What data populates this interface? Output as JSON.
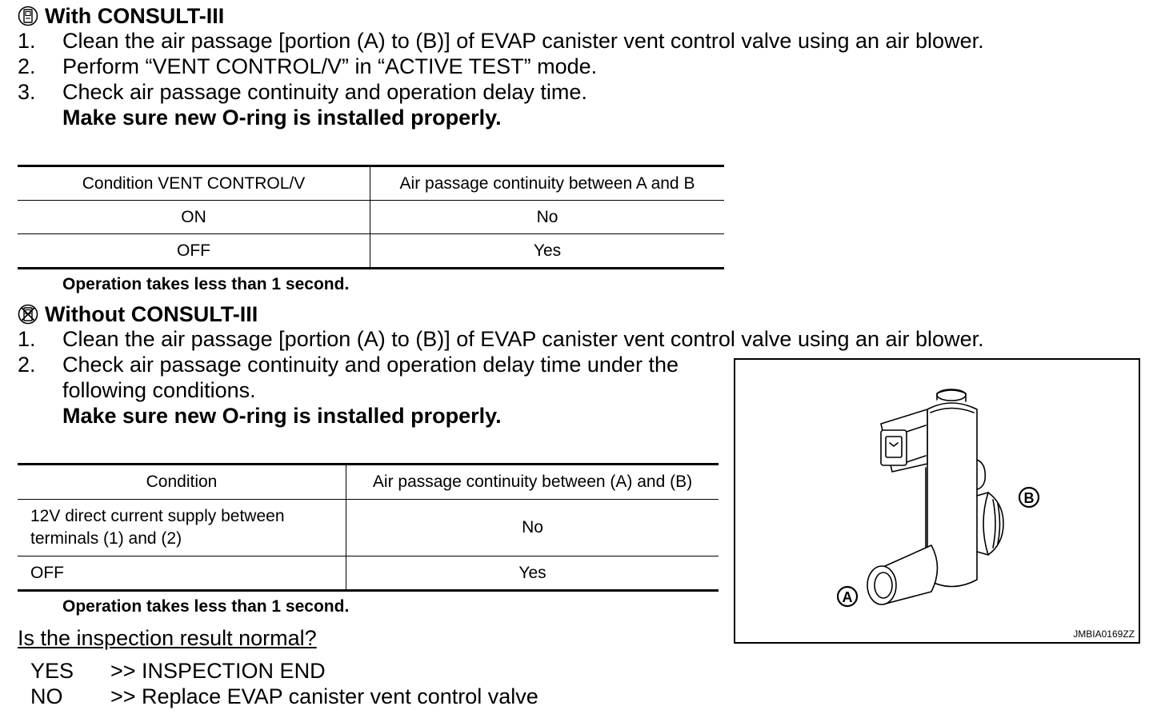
{
  "with_consult": {
    "heading": "With CONSULT-III",
    "steps": [
      "Clean the air passage [portion (A) to (B)] of EVAP canister vent control valve using an air blower.",
      "Perform “VENT CONTROL/V” in “ACTIVE TEST” mode.",
      "Check air passage continuity and operation delay time."
    ],
    "step_numbers": [
      "1.",
      "2.",
      "3."
    ],
    "warning": "Make sure new O-ring is installed properly.",
    "table": {
      "headers": [
        "Condition VENT CONTROL/V",
        "Air passage continuity between A and B"
      ],
      "rows": [
        [
          "ON",
          "No"
        ],
        [
          "OFF",
          "Yes"
        ]
      ]
    },
    "note": "Operation takes less than 1 second."
  },
  "without_consult": {
    "heading": "Without CONSULT-III",
    "steps": [
      "Clean the air passage [portion (A) to (B)] of EVAP canister vent control valve using an air blower.",
      "Check air passage continuity and operation delay time under the",
      "following conditions."
    ],
    "step_numbers": [
      "1.",
      "2."
    ],
    "warning": "Make sure new O-ring is installed properly.",
    "table": {
      "headers": [
        "Condition",
        "Air passage continuity between (A) and (B)"
      ],
      "rows": [
        [
          "12V direct current supply between terminals (1) and (2)",
          "No"
        ],
        [
          "OFF",
          "Yes"
        ]
      ]
    },
    "note": "Operation takes less than 1 second."
  },
  "question": "Is the inspection result normal?",
  "answers": [
    {
      "key": "YES",
      "text": ">> INSPECTION END"
    },
    {
      "key": "NO",
      "text": ">> Replace EVAP canister vent control valve"
    }
  ],
  "figure": {
    "label_a": "A",
    "label_b": "B",
    "figure_id": "JMBIA0169ZZ"
  }
}
